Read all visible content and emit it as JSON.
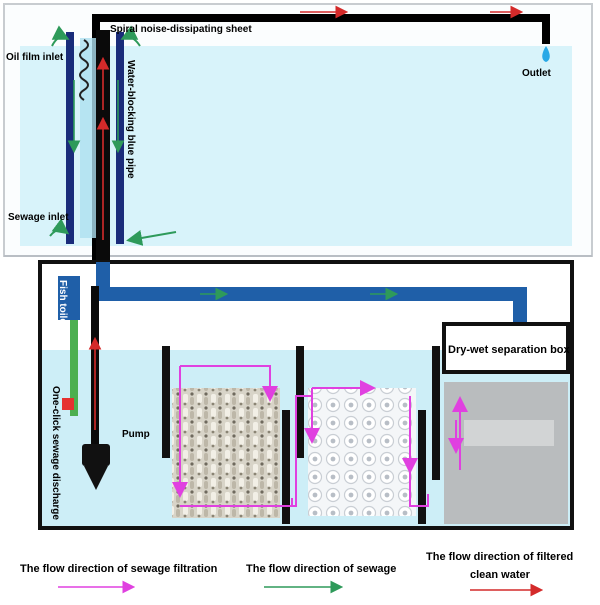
{
  "labels": {
    "spiral": "Spiral noise-dissipating sheet",
    "oil_film": "Oil film inlet",
    "water_blocking": "Water-blocking blue pipe",
    "outlet": "Outlet",
    "sewage_inlet": "Sewage inlet",
    "fish_toilet": "Fish toilet",
    "dry_wet": "Dry-wet separation box",
    "one_click": "One-click sewage discharge",
    "pump": "Pump"
  },
  "legend": {
    "filtration": "The flow direction of sewage filtration",
    "sewage": "The flow direction of sewage",
    "clean_line1": "The flow direction of filtered",
    "clean_line2": "clean water"
  },
  "colors": {
    "tank_water": "#d8f3fa",
    "sump_water": "#cdeef7",
    "pipe_blue": "#1f5fa8",
    "filtration_arrow": "#e040e0",
    "sewage_arrow": "#2e9a5a",
    "clean_arrow": "#d42a2a",
    "discharge_pipe": "#4caf50",
    "valve": "#e53030"
  },
  "icons": [
    "water-drop-icon",
    "pump-icon",
    "valve-icon",
    "spiral-icon"
  ]
}
